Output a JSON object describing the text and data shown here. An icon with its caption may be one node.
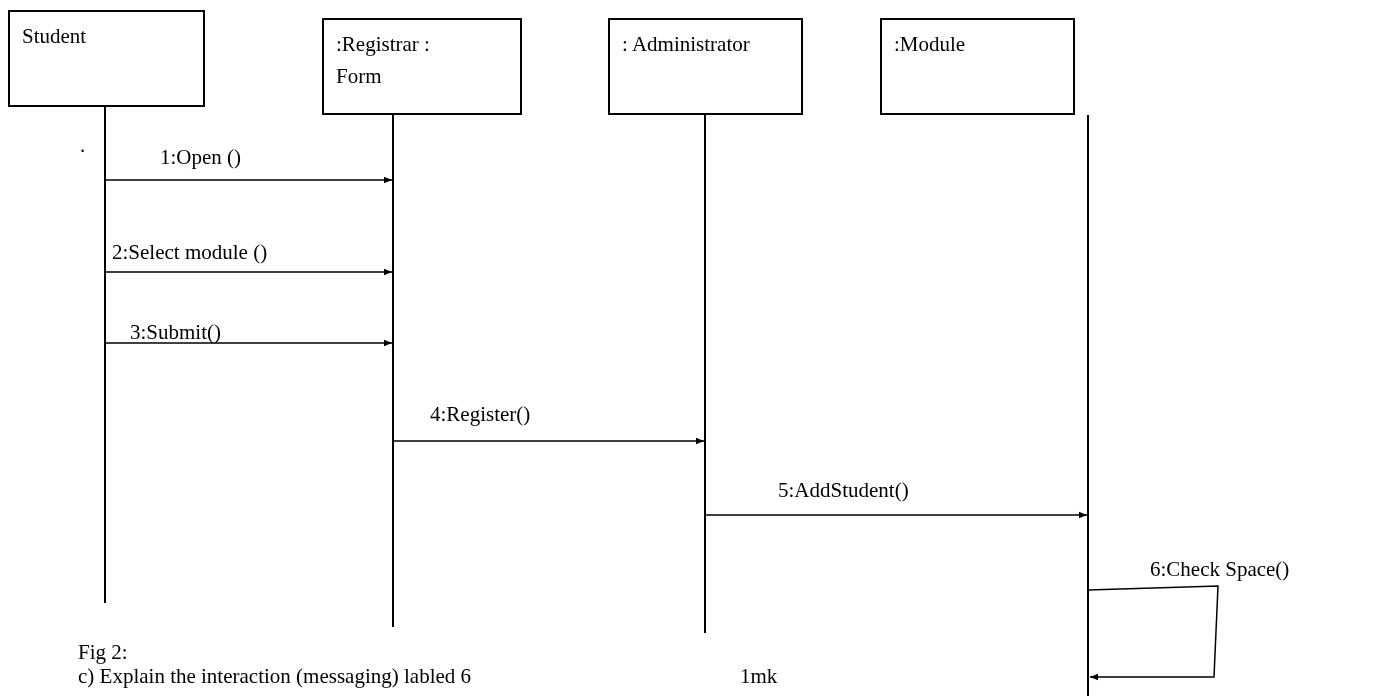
{
  "diagram": {
    "nodes": [
      {
        "text": [
          "Student"
        ]
      },
      {
        "text": [
          ":Registrar : Form"
        ]
      },
      {
        "text": [
          ": Administrator"
        ]
      },
      {
        "text": [
          ":Module"
        ]
      }
    ],
    "edges": [
      {
        "from": 0,
        "to": 1,
        "arrow": "to",
        "label": "1:Open ()"
      },
      {
        "from": 0,
        "to": 1,
        "arrow": "to",
        "label": "2:Select module ()"
      },
      {
        "from": 0,
        "to": 1,
        "arrow": "to",
        "label": "3:Submit()"
      },
      {
        "from": 1,
        "to": 2,
        "arrow": "to",
        "label": "4:Register()"
      },
      {
        "from": 2,
        "to": 3,
        "arrow": "to",
        "label": "5:AddStudent()"
      },
      {
        "from": 3,
        "to": 3,
        "arrow": "to",
        "label": "6:Check Space()"
      }
    ],
    "labels": [
      ".",
      "Fig 2:",
      "c) Explain the interaction (messaging) labled 6",
      "1mk"
    ]
  }
}
